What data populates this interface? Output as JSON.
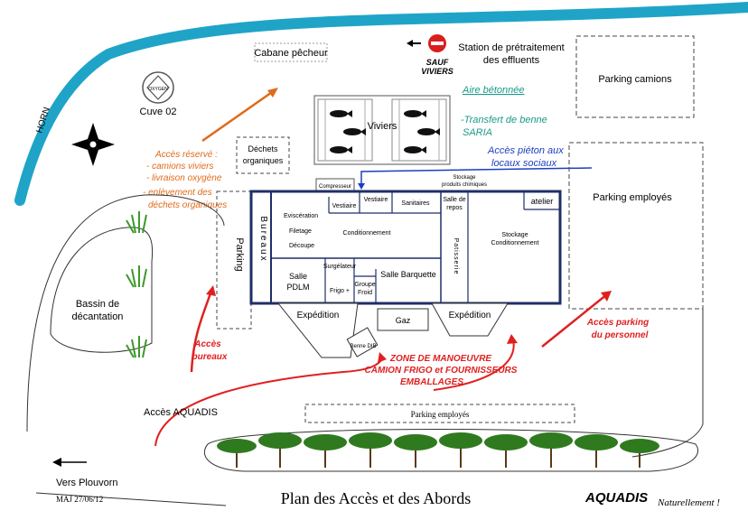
{
  "labels": {
    "cabane": "Cabane pêcheur",
    "sauf": "SAUF",
    "viviers_warn": "VIVIERS",
    "station1": "Station de prétraitement",
    "station2": "des effluents",
    "parking_camions": "Parking camions",
    "cuve": "Cuve 02",
    "cuve_badge": "OXYGEN",
    "aire": "Aire bétonnée",
    "transfert1": "-Transfert de benne",
    "transfert2": "SARIA",
    "viviers": "Viviers",
    "acces_pieton1": "Accès piéton aux",
    "acces_pieton2": "locaux sociaux",
    "acces_reserve": "Accès réservé :",
    "camions_viviers": "- camions viviers",
    "livraison": "- livraison oxygène",
    "enlevement1": "- enlèvement des",
    "enlevement2": "déchets organiques",
    "dechets1": "Déchets",
    "dechets2": "organiques",
    "compresseur": "Compresseur",
    "stockage_pc1": "Stockage",
    "stockage_pc2": "produits chimiques",
    "parking_employes": "Parking employés",
    "horn": "HORN",
    "parking_vertical": "Parking",
    "bureaux": "Bureaux",
    "vestiaire1": "Vestiaire",
    "vestiaire2": "Vestiaire",
    "sanitaires": "Sanitaires",
    "salle_repos1": "Salle de",
    "salle_repos2": "repos",
    "atelier": "atelier",
    "evisceration": "Eviscération",
    "filetage": "Filetage",
    "decoupe": "Découpe",
    "conditionnement": "Conditionnement",
    "patisserie": "Patisserie",
    "stockage_cond1": "Stockage",
    "stockage_cond2": "Conditionnement",
    "salle_pdlm1": "Salle",
    "salle_pdlm2": "PDLM",
    "surgelateur": "Surgélateur",
    "frigo": "Frigo +",
    "groupe_froid1": "Groupe",
    "groupe_froid2": "Froid",
    "salle_barquette": "Salle Barquette",
    "expedition_left": "Expédition",
    "expedition_right": "Expédition",
    "gaz": "Gaz",
    "benne_dib": "Benne DIB",
    "bassin1": "Bassin de",
    "bassin2": "décantation",
    "acces_bureaux1": "Accès",
    "acces_bureaux2": "bureaux",
    "zone1": "ZONE DE MANOEUVRE",
    "zone2": "CAMION FRIGO et FOURNISSEURS",
    "zone3": "EMBALLAGES",
    "acces_parking1": "Accès parking",
    "acces_parking2": "du personnel",
    "acces_aquadis": "Accès AQUADIS",
    "parking_employes_bottom": "Parking employés",
    "vers_plouvorn": "Vers Plouvorn",
    "maj": "MAJ 27/06/12",
    "title": "Plan des Accès et des Abords",
    "logo_text": "AQUADIS",
    "logo_slogan": "Naturellement !"
  },
  "colors": {
    "river": "#1fa4c8",
    "orange": "#e06a1a",
    "red": "#e02020",
    "blue": "#1a3fc0",
    "teal": "#1a9a8a",
    "building": "#1f2f66",
    "grass": "#3c9a2a",
    "tree": "#2f7a1f"
  },
  "icons": [
    "no-entry-icon",
    "left-arrow-icon",
    "fish-icon",
    "compass-rose-icon",
    "oxygen-tank-icon",
    "grass-icon",
    "tree-icon",
    "aquadis-logo-icon"
  ]
}
